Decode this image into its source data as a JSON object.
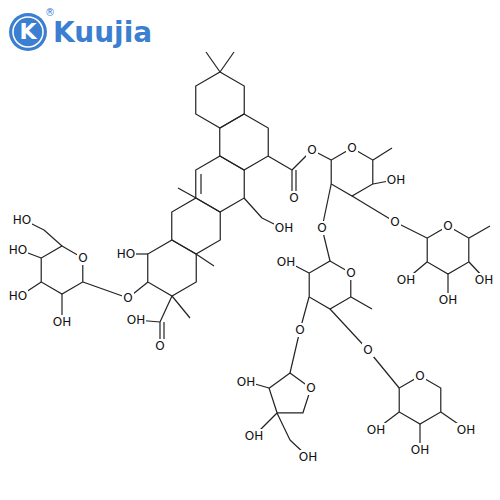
{
  "diagram": {
    "labels": [
      "K",
      "Kuujia",
      "®",
      "HO",
      "O",
      "OH",
      "O",
      "OH",
      "O",
      "O",
      "O",
      "OH",
      "O",
      "O",
      "OH",
      "OH",
      "OH",
      "O",
      "O",
      "OH",
      "O",
      "O",
      "O",
      "OH",
      "OH",
      "OH",
      "O",
      "OH",
      "OH",
      "OH",
      "O",
      "HO",
      "HO",
      "HO",
      "OH"
    ]
  }
}
